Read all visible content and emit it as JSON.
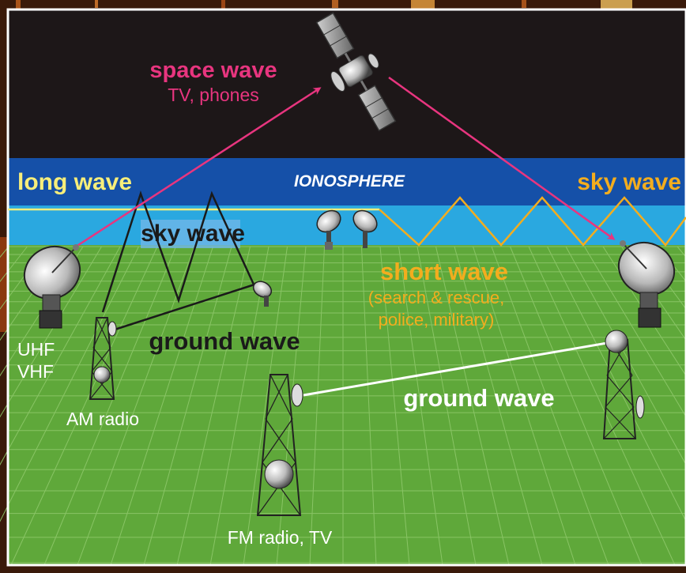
{
  "labels": {
    "space_wave": "space wave",
    "space_wave_uses": "TV, phones",
    "long_wave": "long wave",
    "ionosphere": "IONOSPHERE",
    "sky_wave_right": "sky wave",
    "sky_wave_left": "sky wave",
    "short_wave": "short wave",
    "short_wave_uses_1": "(search & rescue,",
    "short_wave_uses_2": "police, military)",
    "ground_wave_left": "ground wave",
    "ground_wave_right": "ground wave",
    "uhf": "UHF",
    "vhf": "VHF",
    "am_radio": "AM radio",
    "fm_radio_tv": "FM radio, TV"
  },
  "colors": {
    "space": "#1d1718",
    "ionosphere_dark": "#1550a8",
    "ionosphere_light": "#2aa8e0",
    "ground": "#5fa83a",
    "grid": "#8ec86a",
    "space_wave": "#e8357f",
    "long_wave": "#f7ee7a",
    "short_wave": "#f3ad1e",
    "ground_wave_dark": "#1a1a1a",
    "ground_wave_white": "#ffffff",
    "border": "#ffffff"
  }
}
